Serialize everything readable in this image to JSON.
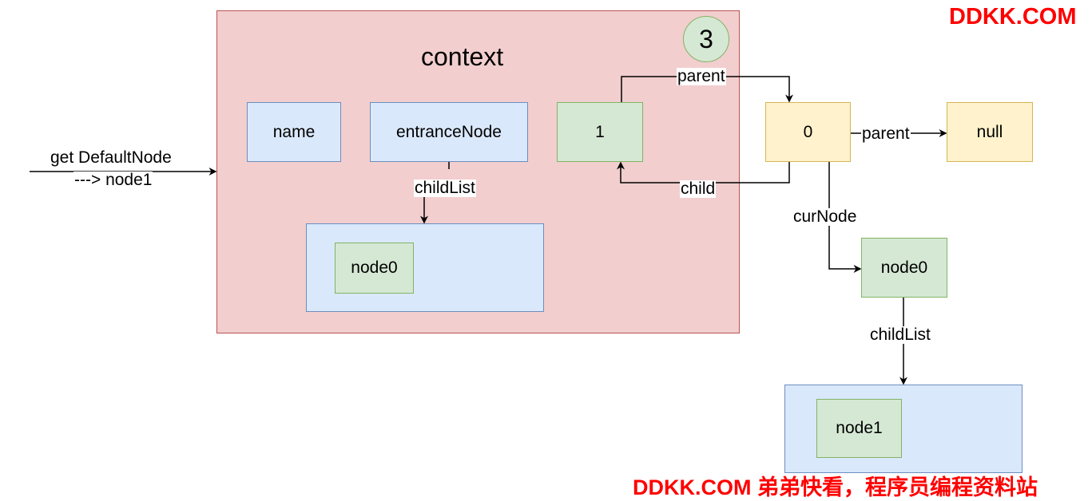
{
  "context": {
    "title": "context",
    "step_badge": "3",
    "name_field": "name",
    "entrance_field": "entranceNode",
    "child_list_label": "childList",
    "child_list_item": "node0",
    "node_one": "1"
  },
  "entry_label": {
    "line1": "get DefaultNode",
    "line2": "---> node1"
  },
  "edges": {
    "parent_top": "parent",
    "child": "child",
    "parent_right": "parent",
    "cur_node": "curNode",
    "child_list": "childList"
  },
  "outside": {
    "node_zero": "0",
    "null_node": "null",
    "cur_node_box": "node0",
    "child_list_item": "node1"
  },
  "watermarks": {
    "top": "DDKK.COM",
    "bottom": "DDKK.COM 弟弟快看，程序员编程资料站"
  },
  "colors": {
    "context_fill": "#f2cece",
    "context_stroke": "#b85450",
    "blue_fill": "#dae8fc",
    "blue_stroke": "#6c8ebf",
    "green_fill": "#d5e8d4",
    "green_stroke": "#82b366",
    "yellow_fill": "#fff2cc",
    "yellow_stroke": "#d6b656",
    "watermark": "#ff0000"
  }
}
